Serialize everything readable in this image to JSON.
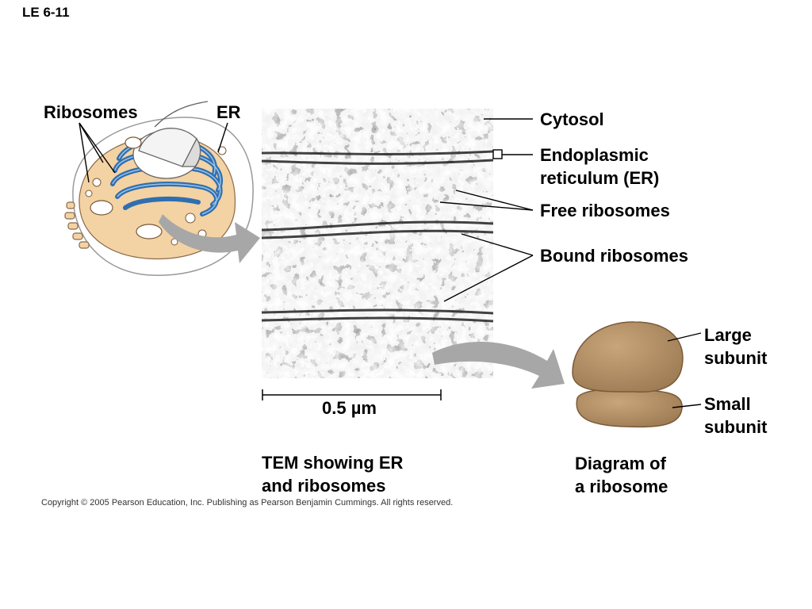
{
  "slide_id": "LE 6-11",
  "labels": {
    "ribosomes": "Ribosomes",
    "er": "ER",
    "cytosol": "Cytosol",
    "endoplasmic_reticulum": "Endoplasmic\nreticulum (ER)",
    "free_ribosomes": "Free ribosomes",
    "bound_ribosomes": "Bound ribosomes",
    "large_subunit": "Large\nsubunit",
    "small_subunit": "Small\nsubunit",
    "scale_bar": "0.5 µm"
  },
  "captions": {
    "tem": "TEM showing ER\nand ribosomes",
    "diagram": "Diagram of\na ribosome"
  },
  "copyright": "Copyright © 2005 Pearson Education, Inc. Publishing as Pearson Benjamin Cummings. All rights reserved.",
  "colors": {
    "er_blue": "#2f6fb0",
    "cell_tan": "#f3d2a4",
    "ribosome_brown": "#b8946a",
    "arrow_gray": "#a7a7a7"
  }
}
